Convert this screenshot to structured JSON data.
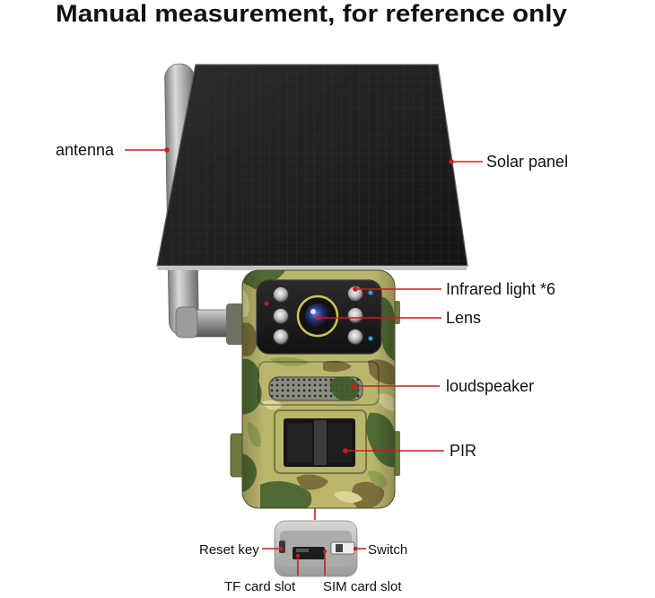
{
  "title": "Manual measurement, for reference only",
  "labels": {
    "antenna": "antenna",
    "solar_panel": "Solar panel",
    "infrared_light": "Infrared light *6",
    "lens": "Lens",
    "loudspeaker": "loudspeaker",
    "pir": "PIR",
    "reset_key": "Reset key",
    "switch": "Switch",
    "tf_card_slot": "TF card slot",
    "sim_card_slot": "SIM card slot"
  },
  "colors": {
    "callout_line": "#cc1d1d",
    "label_text": "#111111",
    "background": "#ffffff",
    "solar_panel": "#1f1f1f",
    "camo_base": "#b9b66c",
    "camo_dark": "#4f6a33",
    "camo_brown": "#7d6f3c"
  },
  "icons": [
    "antenna-icon",
    "solar-panel-icon",
    "trail-camera-icon"
  ]
}
